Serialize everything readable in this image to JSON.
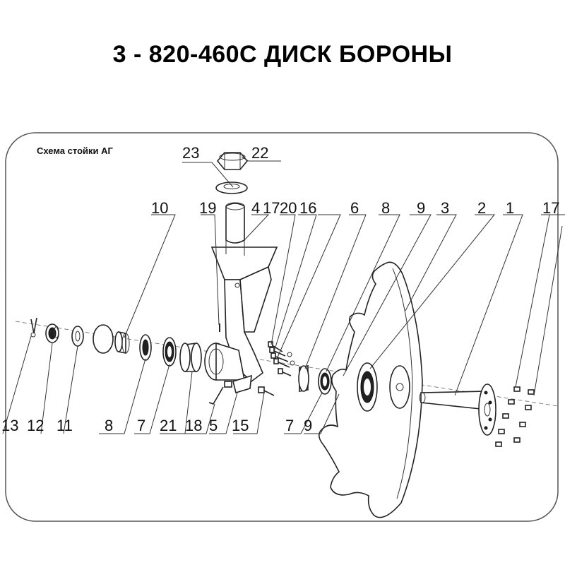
{
  "title": "3 - 820-460С ДИСК БОРОНЫ",
  "caption": "Схема стойки АГ",
  "labels": {
    "l23": "23",
    "l22": "22",
    "l10": "10",
    "l19": "19",
    "l4": "4",
    "l17a": "17",
    "l20": "20",
    "l16": "16",
    "l6": "6",
    "l8a": "8",
    "l9a": "9",
    "l3": "3",
    "l2": "2",
    "l1": "1",
    "l17b": "17",
    "l13": "13",
    "l12": "12",
    "l11": "11",
    "l8b": "8",
    "l7a": "7",
    "l21": "21",
    "l18": "18",
    "l5": "5",
    "l15": "15",
    "l7b": "7",
    "l9b": "9"
  }
}
